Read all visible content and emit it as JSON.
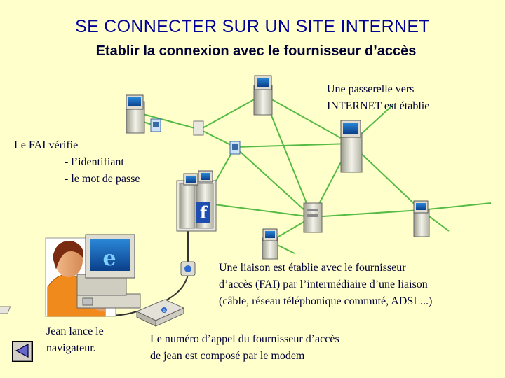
{
  "page": {
    "title": "SE CONNECTER SUR UN SITE INTERNET",
    "subtitle": "Etablir la connexion avec le fournisseur d’accès"
  },
  "notes": {
    "gateway": [
      "Une passerelle vers",
      "INTERNET est établie"
    ],
    "fai": [
      "Le FAI vérifie",
      "- l’identifiant",
      "- le mot de passe"
    ],
    "link": [
      "Une liaison est établie avec le fournisseur",
      "d’accès (FAI) par l’intermédiaire d’une liaison",
      "(câble, réseau téléphonique commuté, ADSL...)"
    ],
    "jean": [
      "Jean lance le",
      "navigateur."
    ],
    "modem": [
      "Le numéro d’appel du fournisseur d’accès",
      "de jean est composé par le modem"
    ]
  },
  "icons": {
    "fai_logo": "f",
    "browser_logo": "e",
    "modem_logo": "e"
  },
  "colors": {
    "background": "#ffffcc",
    "title": "#000099",
    "network_line": "#55bb44"
  }
}
